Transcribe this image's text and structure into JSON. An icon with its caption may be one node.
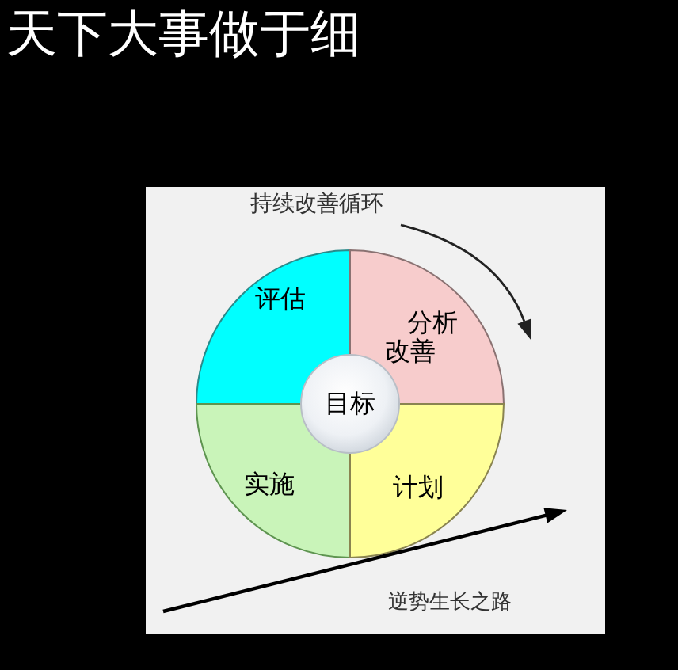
{
  "diagram": {
    "title": "天下大事做于细",
    "nodes": [
      {
        "text": [
          "评估"
        ]
      },
      {
        "text": [
          "分析",
          "改善"
        ]
      },
      {
        "text": [
          "目标"
        ]
      },
      {
        "text": [
          "实施"
        ]
      },
      {
        "text": [
          "计划"
        ]
      }
    ],
    "labels": [
      "持续改善循环",
      "逆势生长之路"
    ]
  }
}
